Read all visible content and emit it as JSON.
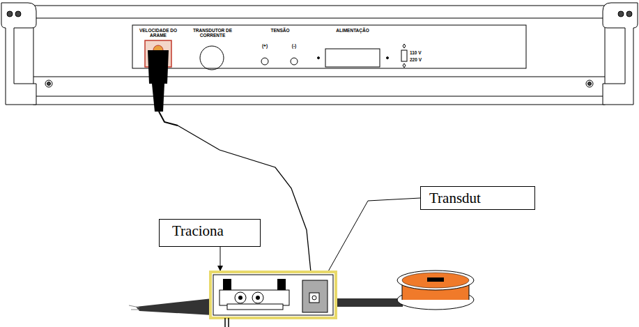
{
  "diagram": {
    "nodes": [
      {
        "text": [
          "Transdut"
        ]
      },
      {
        "text": [
          "Traciona"
        ]
      }
    ],
    "labels": [
      "VELOCIDADE DO ARAME",
      "TRANSDUTOR DE CORRENTE",
      "TENSÃO",
      "(+)",
      "(-)",
      "ALIMENTAÇÃO",
      "110 V",
      "220 V"
    ]
  }
}
